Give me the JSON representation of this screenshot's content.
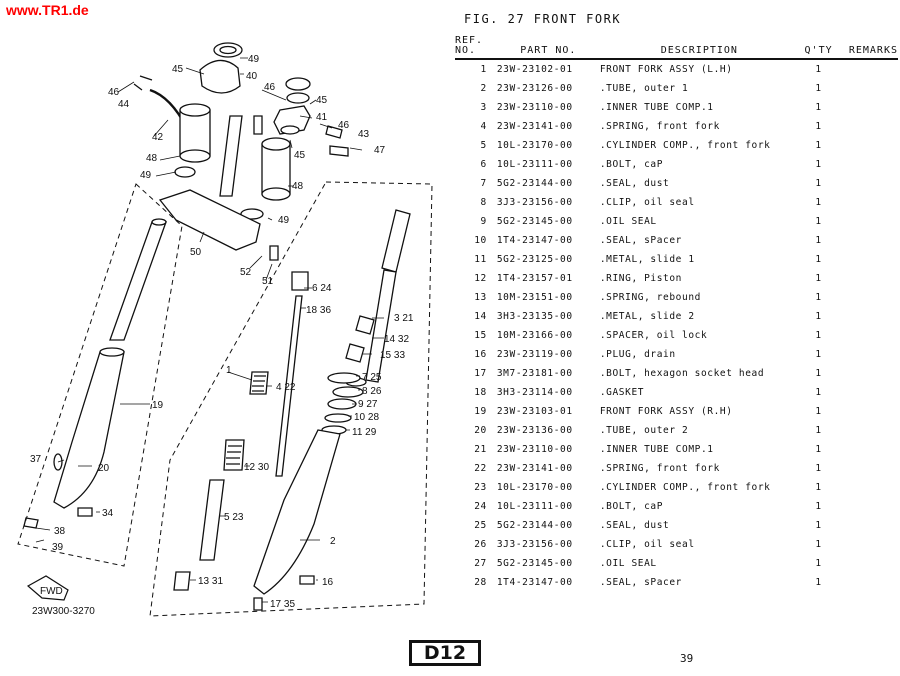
{
  "site_url": "www.TR1.de",
  "figure_title": "FIG. 27  FRONT FORK",
  "table": {
    "headers": {
      "ref_no": "REF. NO.",
      "part_no": "PART NO.",
      "description": "DESCRIPTION",
      "qty": "Q'TY",
      "remarks": "REMARKS"
    },
    "rows": [
      {
        "no": "1",
        "part": "23W-23102-01",
        "desc": "FRONT FORK ASSY (L.H)",
        "qty": "1",
        "remarks": ""
      },
      {
        "no": "2",
        "part": "23W-23126-00",
        "desc": ".TUBE, outer 1",
        "qty": "1",
        "remarks": ""
      },
      {
        "no": "3",
        "part": "23W-23110-00",
        "desc": ".INNER TUBE COMP.1",
        "qty": "1",
        "remarks": ""
      },
      {
        "no": "4",
        "part": "23W-23141-00",
        "desc": ".SPRING, front fork",
        "qty": "1",
        "remarks": ""
      },
      {
        "no": "5",
        "part": "10L-23170-00",
        "desc": ".CYLINDER COMP., front fork",
        "qty": "1",
        "remarks": ""
      },
      {
        "no": "6",
        "part": "10L-23111-00",
        "desc": ".BOLT, caP",
        "qty": "1",
        "remarks": ""
      },
      {
        "no": "7",
        "part": "5G2-23144-00",
        "desc": ".SEAL, dust",
        "qty": "1",
        "remarks": ""
      },
      {
        "no": "8",
        "part": "3J3-23156-00",
        "desc": ".CLIP, oil seal",
        "qty": "1",
        "remarks": ""
      },
      {
        "no": "9",
        "part": "5G2-23145-00",
        "desc": ".OIL SEAL",
        "qty": "1",
        "remarks": ""
      },
      {
        "no": "10",
        "part": "1T4-23147-00",
        "desc": ".SEAL, sPacer",
        "qty": "1",
        "remarks": ""
      },
      {
        "no": "11",
        "part": "5G2-23125-00",
        "desc": ".METAL, slide 1",
        "qty": "1",
        "remarks": ""
      },
      {
        "no": "12",
        "part": "1T4-23157-01",
        "desc": ".RING, Piston",
        "qty": "1",
        "remarks": ""
      },
      {
        "no": "13",
        "part": "10M-23151-00",
        "desc": ".SPRING, rebound",
        "qty": "1",
        "remarks": ""
      },
      {
        "no": "14",
        "part": "3H3-23135-00",
        "desc": ".METAL, slide 2",
        "qty": "1",
        "remarks": ""
      },
      {
        "no": "15",
        "part": "10M-23166-00",
        "desc": ".SPACER, oil lock",
        "qty": "1",
        "remarks": ""
      },
      {
        "no": "16",
        "part": "23W-23119-00",
        "desc": ".PLUG, drain",
        "qty": "1",
        "remarks": ""
      },
      {
        "no": "17",
        "part": "3M7-23181-00",
        "desc": ".BOLT, hexagon socket head",
        "qty": "1",
        "remarks": ""
      },
      {
        "no": "18",
        "part": "3H3-23114-00",
        "desc": ".GASKET",
        "qty": "1",
        "remarks": ""
      },
      {
        "no": "19",
        "part": "23W-23103-01",
        "desc": "FRONT FORK ASSY (R.H)",
        "qty": "1",
        "remarks": ""
      },
      {
        "no": "20",
        "part": "23W-23136-00",
        "desc": ".TUBE, outer 2",
        "qty": "1",
        "remarks": ""
      },
      {
        "no": "21",
        "part": "23W-23110-00",
        "desc": ".INNER TUBE COMP.1",
        "qty": "1",
        "remarks": ""
      },
      {
        "no": "22",
        "part": "23W-23141-00",
        "desc": ".SPRING, front fork",
        "qty": "1",
        "remarks": ""
      },
      {
        "no": "23",
        "part": "10L-23170-00",
        "desc": ".CYLINDER COMP., front fork",
        "qty": "1",
        "remarks": ""
      },
      {
        "no": "24",
        "part": "10L-23111-00",
        "desc": ".BOLT, caP",
        "qty": "1",
        "remarks": ""
      },
      {
        "no": "25",
        "part": "5G2-23144-00",
        "desc": ".SEAL, dust",
        "qty": "1",
        "remarks": ""
      },
      {
        "no": "26",
        "part": "3J3-23156-00",
        "desc": ".CLIP, oil seal",
        "qty": "1",
        "remarks": ""
      },
      {
        "no": "27",
        "part": "5G2-23145-00",
        "desc": ".OIL SEAL",
        "qty": "1",
        "remarks": ""
      },
      {
        "no": "28",
        "part": "1T4-23147-00",
        "desc": ".SEAL, sPacer",
        "qty": "1",
        "remarks": ""
      }
    ]
  },
  "diagram": {
    "code": "23W300-3270",
    "fwd_label": "FWD",
    "callouts": [
      "49",
      "40",
      "45",
      "46",
      "44",
      "42",
      "48",
      "49",
      "46",
      "45",
      "41",
      "46",
      "43",
      "45",
      "47",
      "48",
      "49",
      "50",
      "52",
      "51",
      "6 24",
      "18 36",
      "3 21",
      "14 32",
      "15 33",
      "7 25",
      "8 26",
      "9 27",
      "10 28",
      "11 29",
      "1",
      "4 22",
      "19",
      "20",
      "12 30",
      "5 23",
      "37",
      "34",
      "38",
      "39",
      "2",
      "13 31",
      "16",
      "17 35"
    ]
  },
  "footer": {
    "page_code": "D12",
    "page_number": "39"
  }
}
